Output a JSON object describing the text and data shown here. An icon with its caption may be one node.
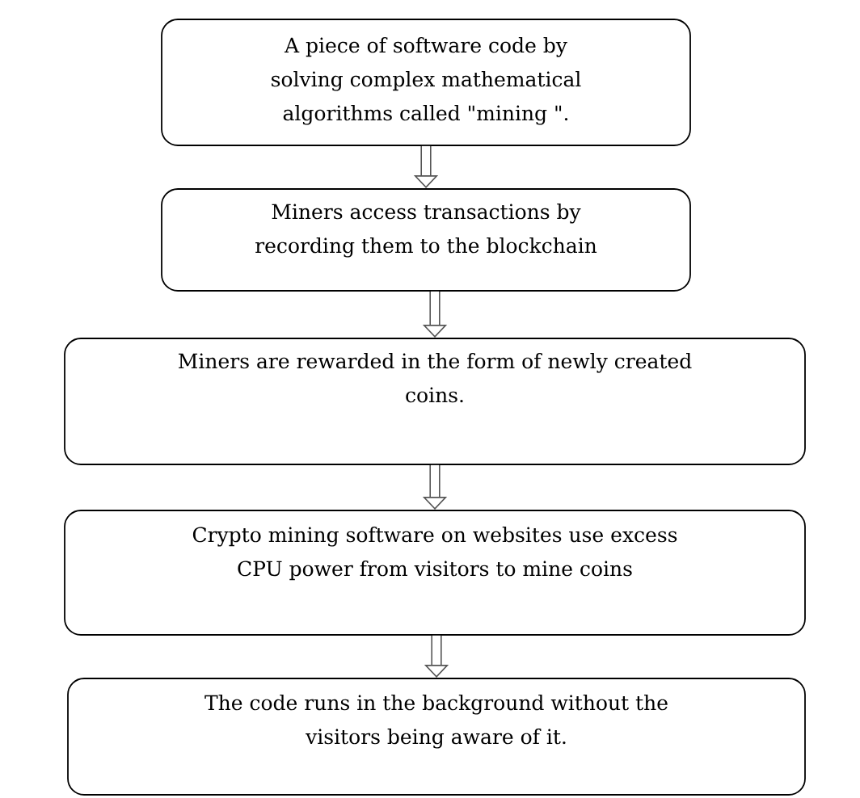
{
  "diagram": {
    "nodes": [
      {
        "text": [
          "A piece of software code by solving complex mathematical algorithms called \"mining \"."
        ]
      },
      {
        "text": [
          "Miners access transactions by recording them to the blockchain"
        ]
      },
      {
        "text": [
          "Miners are rewarded in the form of newly created coins."
        ]
      },
      {
        "text": [
          "Crypto mining software on websites use excess CPU power from visitors to mine coins"
        ]
      },
      {
        "text": [
          "The code runs in the background without the visitors being aware of it."
        ]
      }
    ],
    "edges": [
      {
        "from": 0,
        "to": 1,
        "arrow": "to"
      },
      {
        "from": 1,
        "to": 2,
        "arrow": "to"
      },
      {
        "from": 2,
        "to": 3,
        "arrow": "to"
      },
      {
        "from": 3,
        "to": 4,
        "arrow": "to"
      }
    ]
  }
}
